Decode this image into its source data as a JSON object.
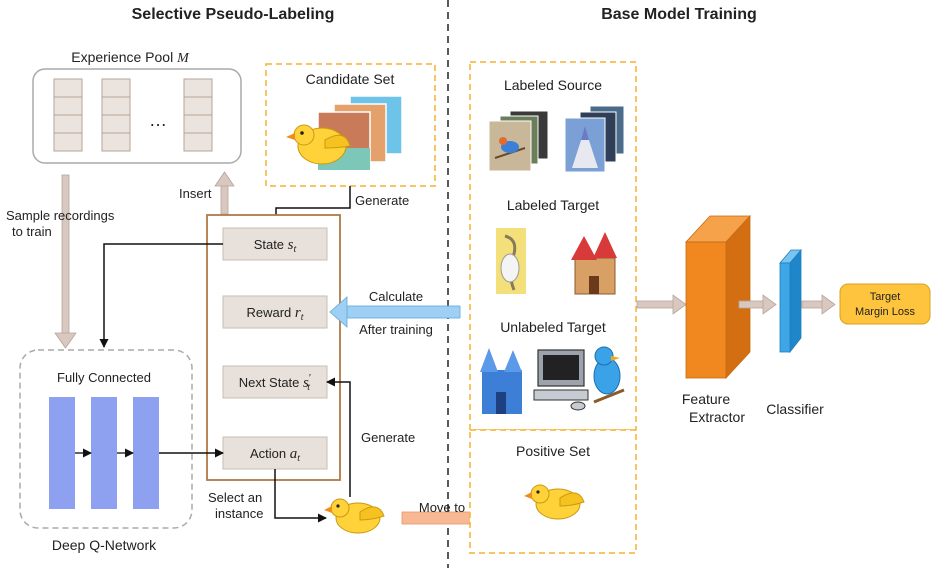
{
  "headers": {
    "left": "Selective Pseudo-Labeling",
    "right": "Base Model Training"
  },
  "experience_pool": {
    "title": "Experience Pool",
    "symbol": "M",
    "ellipsis": "…"
  },
  "candidate_set": {
    "title": "Candidate Set"
  },
  "mdp": {
    "state": {
      "text": "State",
      "sym": "s",
      "sub": "t"
    },
    "reward": {
      "text": "Reward",
      "sym": "r",
      "sub": "t"
    },
    "next_state": {
      "text": "Next State",
      "sym": "s",
      "sup": "′",
      "sub": "t"
    },
    "action": {
      "text": "Action",
      "sym": "a",
      "sub": "t"
    }
  },
  "arrows": {
    "insert": "Insert",
    "generate_top": "Generate",
    "sample_line1": "Sample recordings",
    "sample_line2": "to train",
    "calculate": "Calculate",
    "after_training": "After training",
    "generate_bottom": "Generate",
    "select_line1": "Select an",
    "select_line2": "instance",
    "move_to": "Move to"
  },
  "dqn": {
    "fully_connected": "Fully Connected",
    "title": "Deep Q-Network"
  },
  "right_panel": {
    "labeled_source": "Labeled Source",
    "labeled_target": "Labeled Target",
    "unlabeled_target": "Unlabeled Target",
    "positive_set": "Positive Set"
  },
  "model": {
    "feature_line1": "Feature",
    "feature_line2": "Extractor",
    "classifier": "Classifier",
    "loss_line1": "Target",
    "loss_line2": "Margin Loss"
  },
  "colors": {
    "dashed_box": "#f5b031",
    "mdp_border": "#b07a45",
    "state_box": "#e8e1db",
    "dqn_bar": "#8ea1f0",
    "extractor": "#f0881f",
    "classifier": "#3ea5e6",
    "loss_box": "#ffc43d",
    "calc_arrow": "#9fd0f4",
    "move_arrow": "#f9b894",
    "pool_arrow": "#d8c8bf"
  }
}
